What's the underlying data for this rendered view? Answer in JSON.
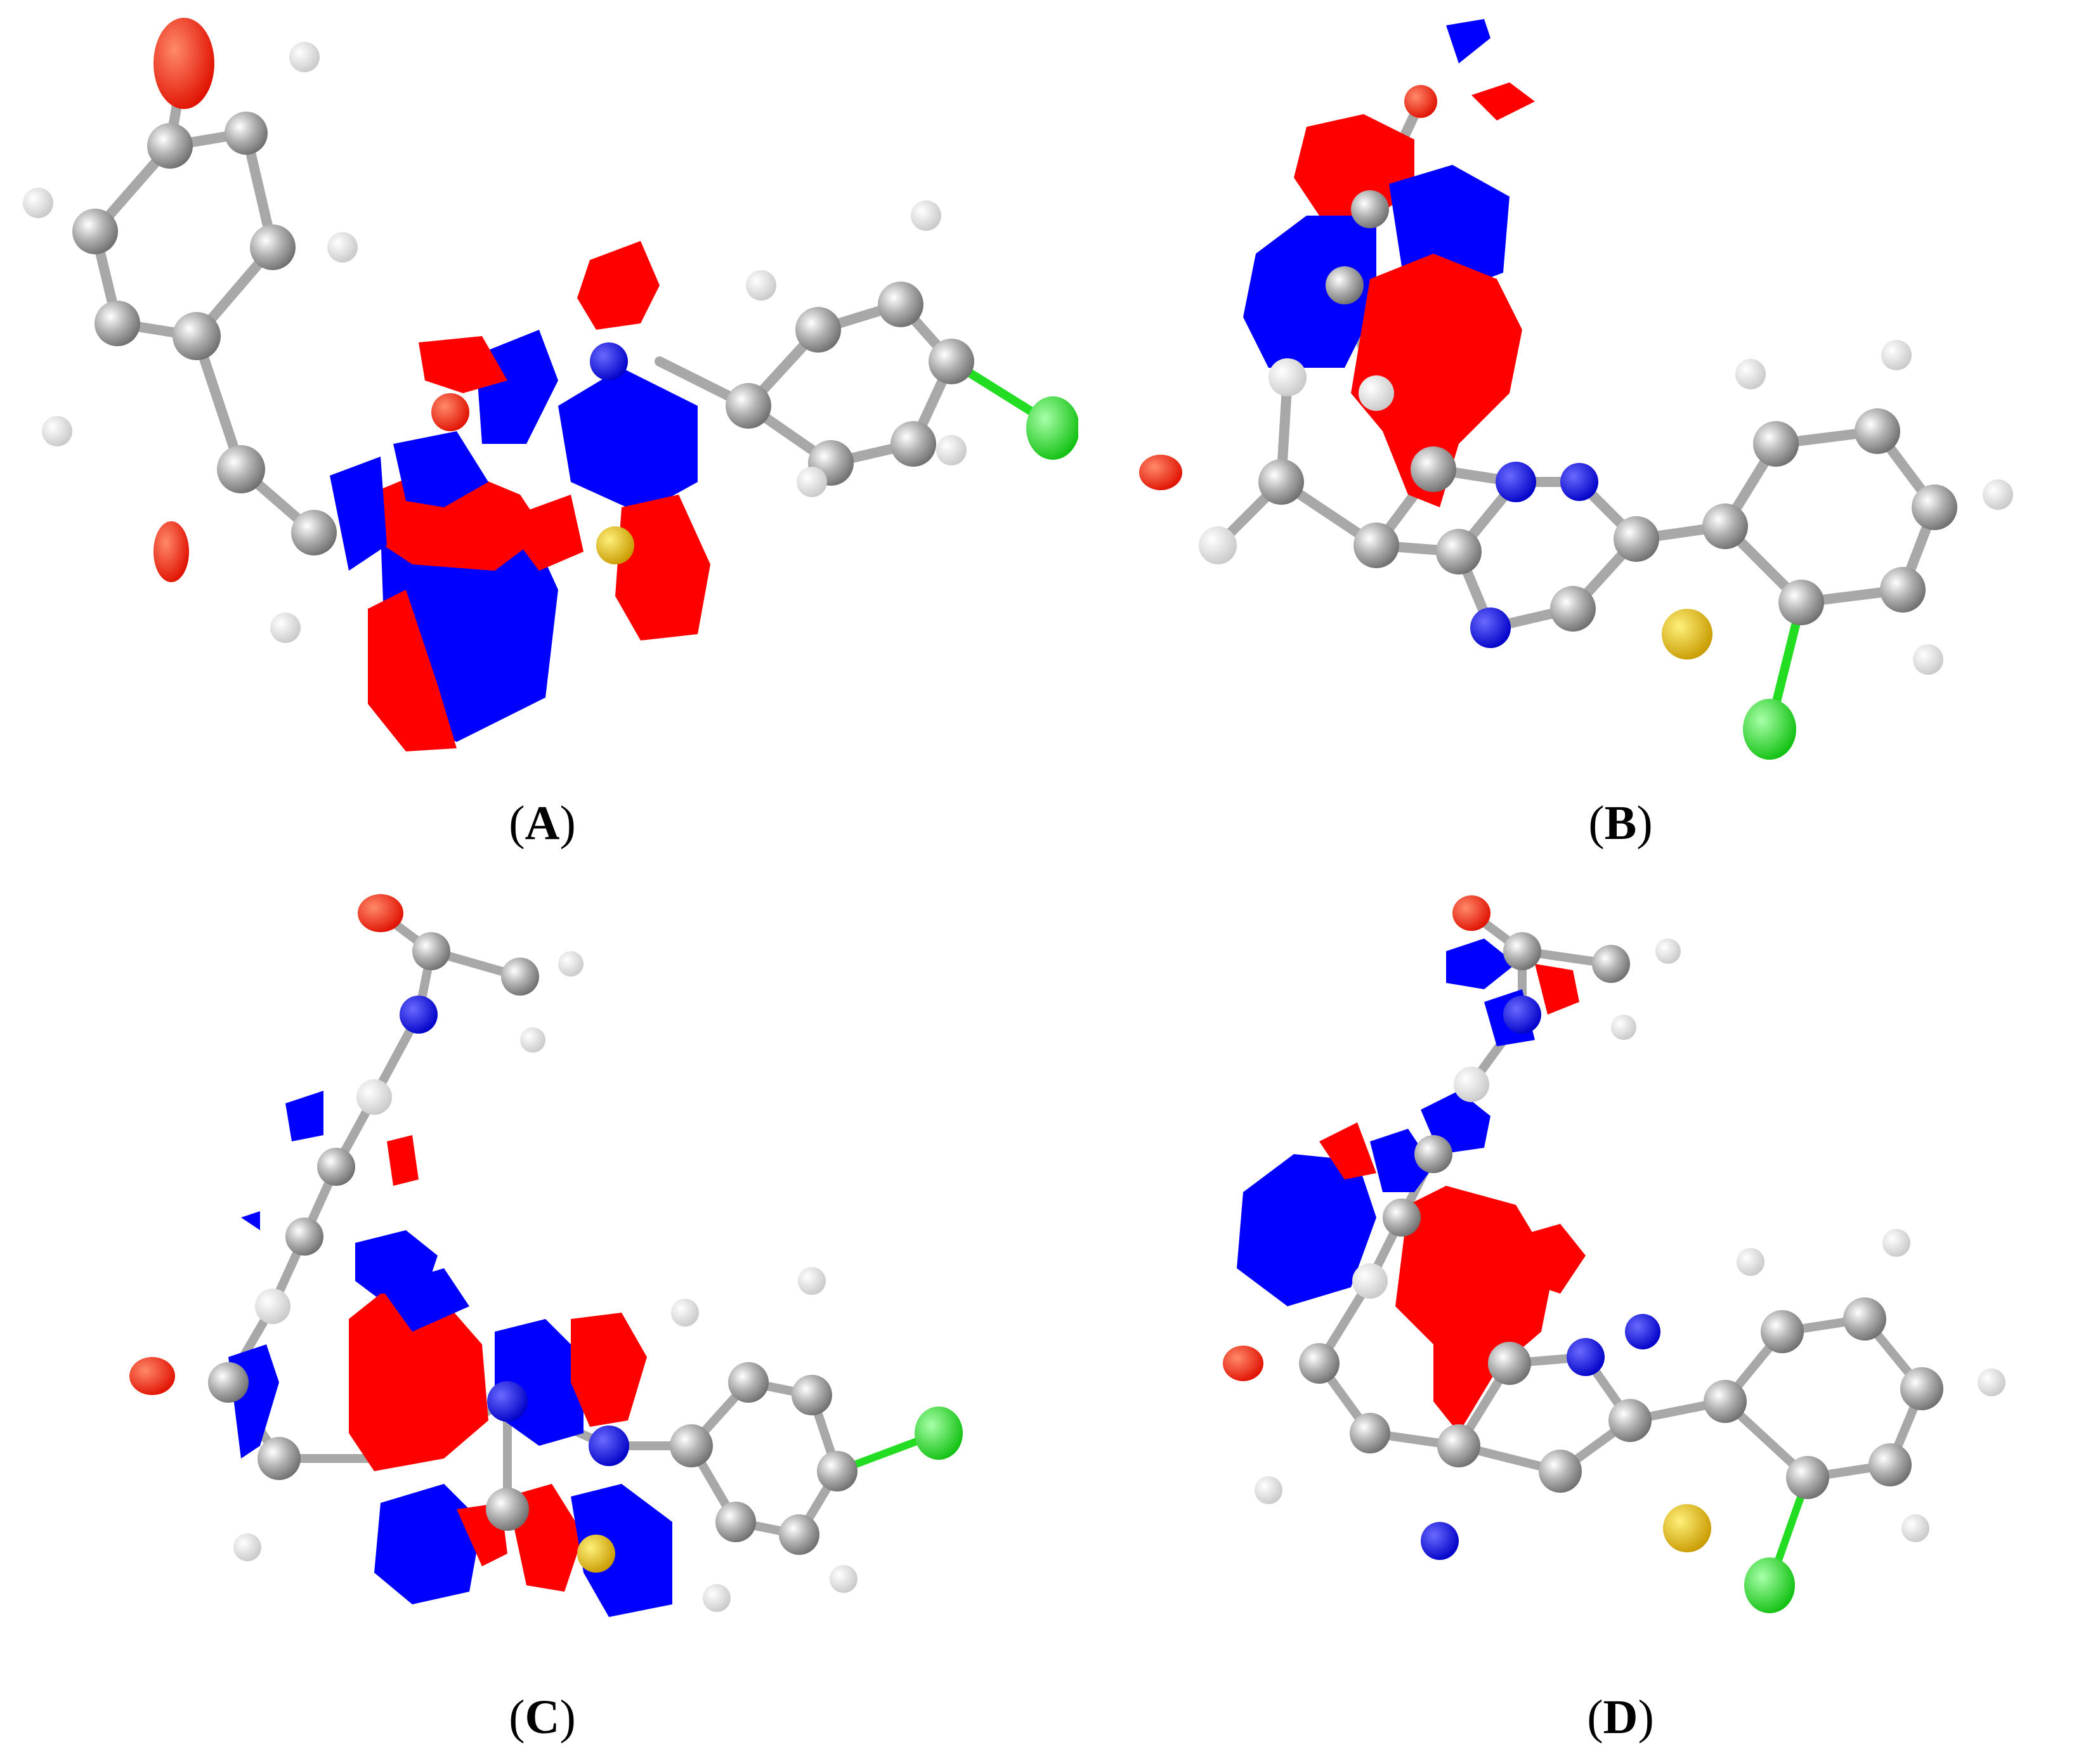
{
  "panels": [
    {
      "id": "A",
      "label": "A",
      "open": "(",
      "close": ")"
    },
    {
      "id": "B",
      "label": "B",
      "open": "(",
      "close": ")"
    },
    {
      "id": "C",
      "label": "C",
      "open": "(",
      "close": ")"
    },
    {
      "id": "D",
      "label": "D",
      "open": "(",
      "close": ")"
    }
  ],
  "colors": {
    "carbon": "#9a9a9a",
    "hydrogen": "#f2f2f2",
    "oxygen": "#ff2020",
    "nitrogen": "#1010ff",
    "sulfur": "#e6b800",
    "chlorine": "#22dd22",
    "lobe_positive": "#ff0000",
    "lobe_negative": "#0000ff"
  }
}
